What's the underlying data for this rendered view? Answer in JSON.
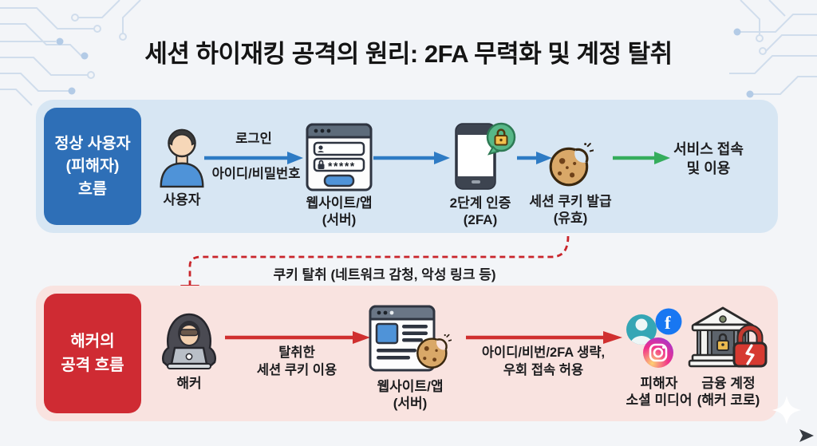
{
  "title": "세션 하이재킹 공격의 원리: 2FA 무력화 및 계정 탈취",
  "top": {
    "band_label": [
      "정상 사용자",
      "(피해자)",
      "흐름"
    ],
    "user_label": "사용자",
    "login_arrow_top": "로그인",
    "login_arrow_bottom": "아이디/비밀번호",
    "website_label": "웹사이트/앱",
    "website_sub": "(서버)",
    "tfa_label": "2단계 인증",
    "tfa_sub": "(2FA)",
    "cookie_label": "세션 쿠키 발급",
    "cookie_sub": "(유효)",
    "service_line1": "서비스 접속",
    "service_line2": "및 이용"
  },
  "middle": {
    "steal_label": "쿠키 탈취 (네트워크 감청, 악성 링크 등)"
  },
  "bottom": {
    "band_label": [
      "해커의",
      "공격 흐름"
    ],
    "hacker_label": "해커",
    "arrow1_line1": "탈취한",
    "arrow1_line2": "세션 쿠키 이용",
    "website_label": "웹사이트/앱",
    "website_sub": "(서버)",
    "arrow2_line1": "아이디/비번/2FA 생략,",
    "arrow2_line2": "우회 접속 허용",
    "social_label1": "피해자",
    "social_label2": "소셜 미디어",
    "bank_label1": "금융 계정",
    "bank_label2": "(해커 코로)"
  },
  "colors": {
    "normal_band": "#d7e6f3",
    "normal_tag": "#2e6fb7",
    "attack_band": "#f9e3e0",
    "attack_tag": "#cf2b33",
    "arrow_blue": "#2e7bc4",
    "arrow_green": "#35ad5c",
    "arrow_red": "#d02f2f",
    "dashed_red": "#c9252b"
  }
}
